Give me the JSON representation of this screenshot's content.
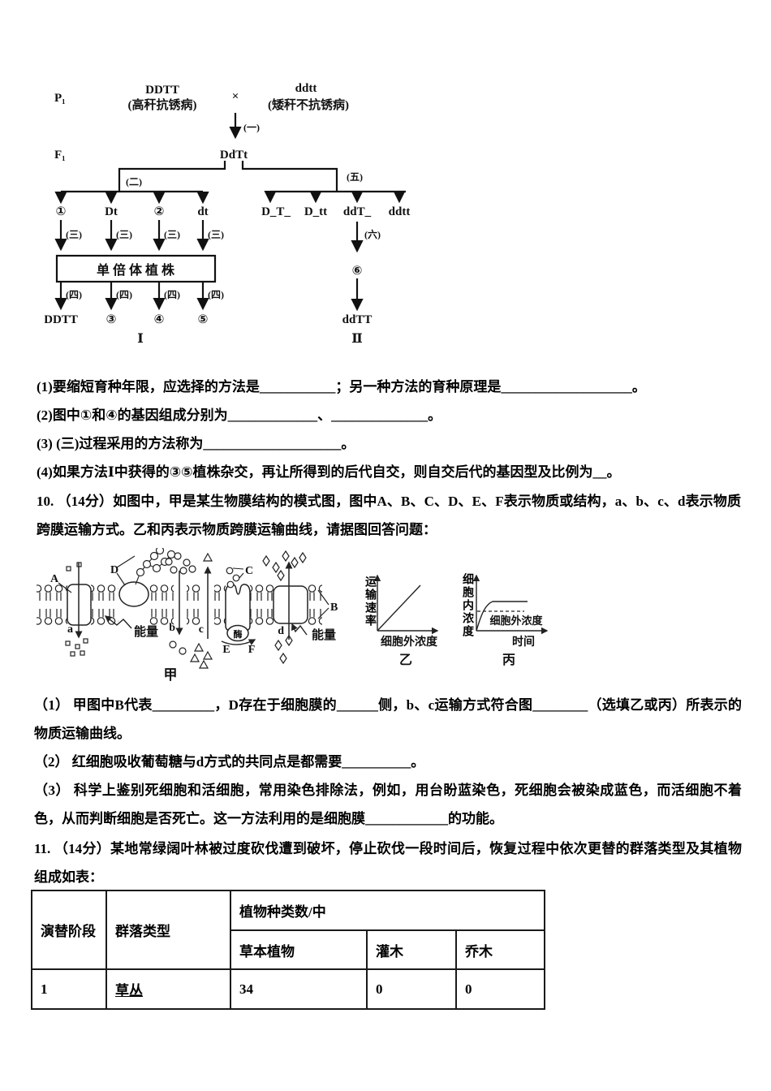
{
  "page": {
    "background": "#ffffff"
  },
  "cross_diagram": {
    "p1": "P₁",
    "parent1_genotype": "DDTT",
    "parent1_phenotype": "(高秆抗锈病)",
    "cross": "×",
    "parent2_genotype": "ddtt",
    "parent2_phenotype": "(矮秆不抗锈病)",
    "f1": "F₁",
    "f1_genotype": "DdTt",
    "step1": "(一)",
    "step2": "(二)",
    "step3": "(三)",
    "step4": "(四)",
    "step5": "(五)",
    "step6": "(六)",
    "gametes": {
      "g1": "①",
      "g2": "Dt",
      "g3": "②",
      "g4": "dt"
    },
    "f2": {
      "c1": "D_T_",
      "c2": "D_tt",
      "c3": "ddT_",
      "c4": "ddtt"
    },
    "haploid_box": "单 倍 体 植 株",
    "plants": {
      "p1": "DDTT",
      "p2": "③",
      "p3": "④",
      "p4": "⑤"
    },
    "method1": "Ⅰ",
    "circle6": "⑥",
    "result": "ddTT",
    "method2": "Ⅱ"
  },
  "q9": {
    "sub1": "(1)要缩短育种年限，应选择的方法是___________；另一种方法的育种原理是___________________。",
    "sub2": "(2)图中①和④的基因组成分别为_____________、______________。",
    "sub3": "(3) (三)过程采用的方法称为____________________。",
    "sub4": "(4)如果方法Ⅰ中获得的③⑤植株杂交，再让所得到的后代自交，则自交后代的基因型及比例为__。"
  },
  "q10": {
    "heading": "10. （14分）如图中，甲是某生物膜结构的模式图，图中A、B、C、D、E、F表示物质或结构，a、b、c、d表示物质跨膜运输方式。乙和丙表示物质跨膜运输曲线，请据图回答问题：",
    "sub1": "（1） 甲图中B代表_________，D存在于细胞膜的______侧，b、c运输方式符合图________（选填乙或丙）所表示的物质运输曲线。",
    "sub2": "（2） 红细胞吸收葡萄糖与d方式的共同点是都需要__________。",
    "sub3": "（3） 科学上鉴别死细胞和活细胞，常用染色排除法，例如，用台盼蓝染色，死细胞会被染成蓝色，而活细胞不着色，从而判断细胞是否死亡。这一方法利用的是细胞膜____________的功能。"
  },
  "membrane": {
    "label_a": "A",
    "label_b": "B",
    "label_c": "C",
    "label_d": "D",
    "mode_a": "a",
    "mode_b": "b",
    "mode_c": "c",
    "mode_d": "d",
    "energy_left": "能量",
    "energy_right": "能量",
    "enzyme": "酶",
    "label_e": "E",
    "label_f": "F",
    "caption": "甲"
  },
  "graph_yi": {
    "y_label": "运输速率",
    "x_label": "细胞外浓度",
    "caption": "乙"
  },
  "graph_bing": {
    "y_label": "细胞内浓度",
    "x_label": "时间",
    "dashed_label": "细胞外浓度",
    "caption": "丙"
  },
  "q11": {
    "heading": "11. （14分）某地常绿阔叶林被过度砍伐遭到破坏，停止砍伐一段时间后，恢复过程中依次更替的群落类型及其植物组成如表："
  },
  "succession_table": {
    "stage_header": "演替阶段",
    "community_header": "群落类型",
    "species_group_header": "植物种类数/中",
    "herb_header": "草本植物",
    "shrub_header": "灌木",
    "tree_header": "乔木",
    "rows": [
      {
        "stage": "1",
        "community": "草丛",
        "herb": "34",
        "shrub": "0",
        "tree": "0"
      }
    ]
  }
}
